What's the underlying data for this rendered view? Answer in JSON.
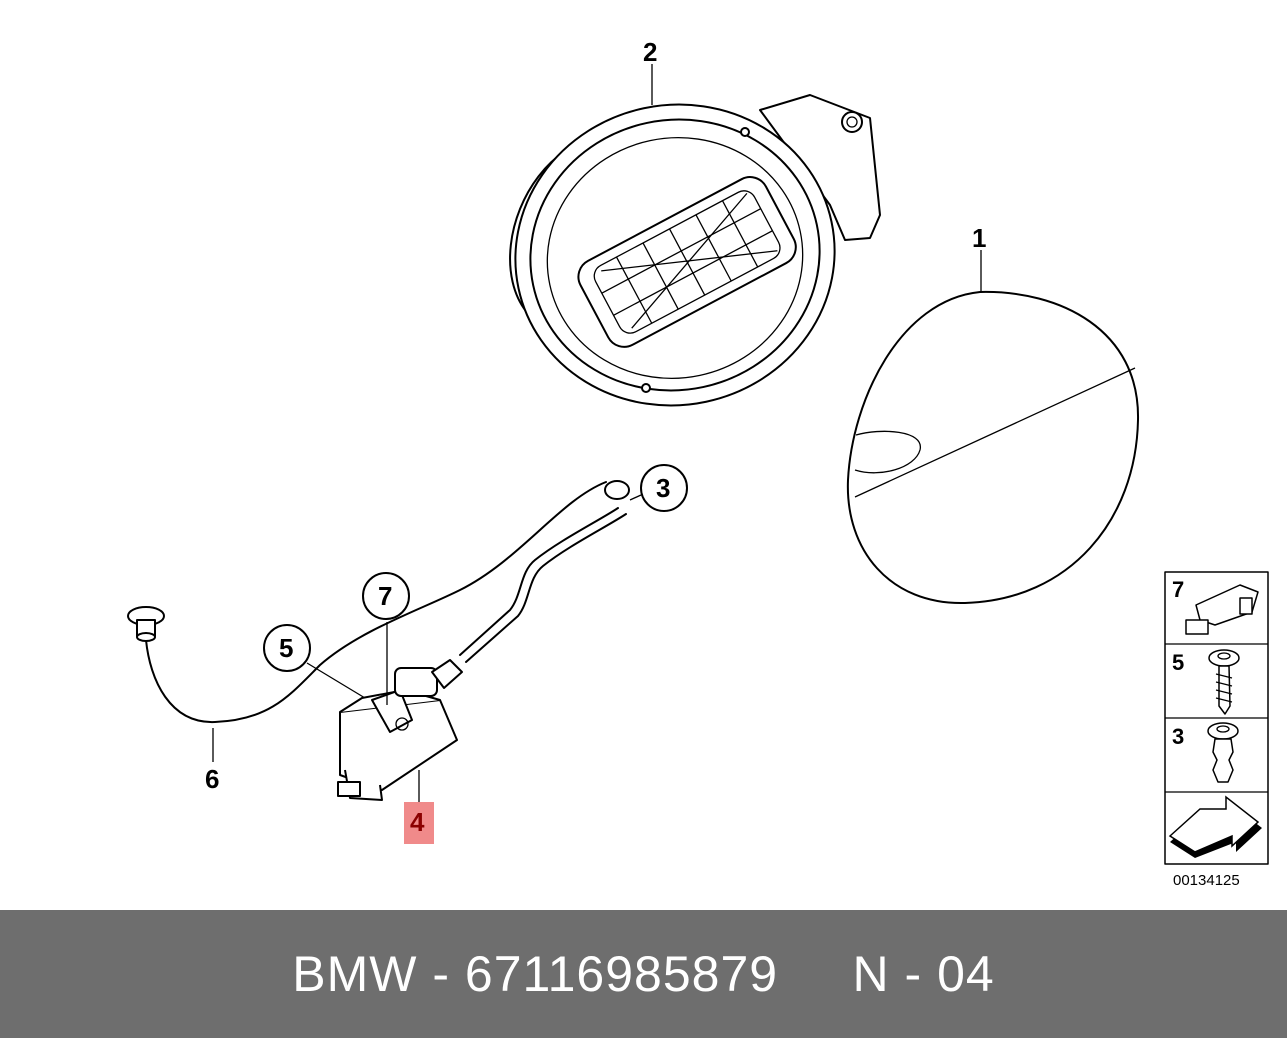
{
  "diagram": {
    "callouts": [
      {
        "id": "callout-1",
        "text": "1"
      },
      {
        "id": "callout-2",
        "text": "2"
      },
      {
        "id": "callout-3",
        "text": "3"
      },
      {
        "id": "callout-4",
        "text": "4"
      },
      {
        "id": "callout-5",
        "text": "5"
      },
      {
        "id": "callout-6",
        "text": "6"
      },
      {
        "id": "callout-7",
        "text": "7"
      }
    ],
    "highlighted_part": "4",
    "highlight_color": "#f08a8a",
    "legend": [
      {
        "text": "7",
        "icon": "clip-icon"
      },
      {
        "text": "5",
        "icon": "screw-icon"
      },
      {
        "text": "3",
        "icon": "expanding-rivet-icon"
      },
      {
        "text": "",
        "icon": "arrow-icon"
      }
    ],
    "reference_number": "00134125"
  },
  "caption": {
    "brand": "BMW",
    "part_number": "67116985879",
    "position": "N - 04",
    "text": "BMW - 67116985879     N - 04"
  }
}
